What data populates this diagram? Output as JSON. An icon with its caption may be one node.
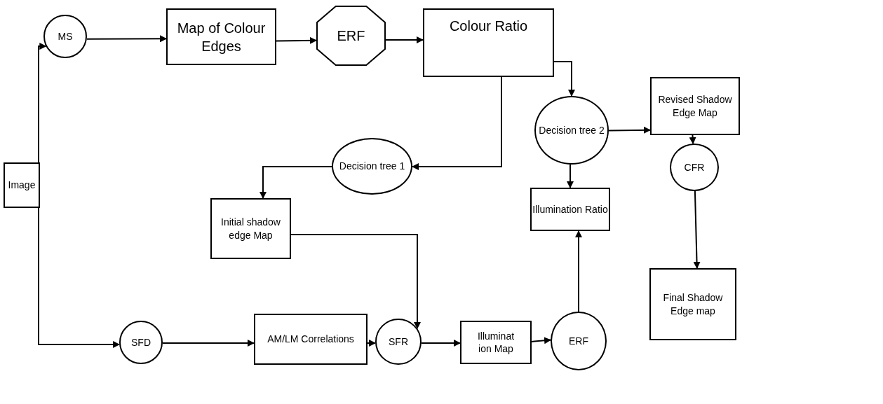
{
  "diagram": {
    "nodes": [
      {
        "text": [
          "Image"
        ]
      },
      {
        "text": [
          "MS"
        ]
      },
      {
        "text": [
          "Map of Colour Edges"
        ]
      },
      {
        "text": [
          "ERF"
        ]
      },
      {
        "text": [
          "Colour Ratio"
        ]
      },
      {
        "text": [
          "Decision tree 1"
        ]
      },
      {
        "text": [
          "Decision tree 2"
        ]
      },
      {
        "text": [
          "Revised Shadow Edge Map"
        ]
      },
      {
        "text": [
          "Initial shadow edge Map"
        ]
      },
      {
        "text": [
          "Illumination Ratio"
        ]
      },
      {
        "text": [
          "CFR"
        ]
      },
      {
        "text": [
          "Final Shadow Edge map"
        ]
      },
      {
        "text": [
          "SFD"
        ]
      },
      {
        "text": [
          "AM/LM Correlations"
        ]
      },
      {
        "text": [
          "SFR"
        ]
      },
      {
        "text": [
          "Illuminat ion Map"
        ]
      },
      {
        "text": [
          "ERF"
        ]
      }
    ],
    "edges": [
      {
        "from": 0,
        "to": 1,
        "arrow": "to"
      },
      {
        "from": 0,
        "to": 12,
        "arrow": "to"
      },
      {
        "from": 1,
        "to": 2,
        "arrow": "to"
      },
      {
        "from": 2,
        "to": 3,
        "arrow": "to"
      },
      {
        "from": 3,
        "to": 4,
        "arrow": "to"
      },
      {
        "from": 4,
        "to": 6,
        "arrow": "to"
      },
      {
        "from": 4,
        "to": 5,
        "arrow": "to"
      },
      {
        "from": 5,
        "to": 8,
        "arrow": "to"
      },
      {
        "from": 6,
        "to": 7,
        "arrow": "to"
      },
      {
        "from": 6,
        "to": 9,
        "arrow": "to"
      },
      {
        "from": 7,
        "to": 10,
        "arrow": "to"
      },
      {
        "from": 10,
        "to": 11,
        "arrow": "to"
      },
      {
        "from": 8,
        "to": 14,
        "arrow": "to"
      },
      {
        "from": 12,
        "to": 13,
        "arrow": "to"
      },
      {
        "from": 13,
        "to": 14,
        "arrow": "to"
      },
      {
        "from": 14,
        "to": 15,
        "arrow": "to"
      },
      {
        "from": 15,
        "to": 16,
        "arrow": "to"
      },
      {
        "from": 16,
        "to": 9,
        "arrow": "to"
      }
    ]
  }
}
